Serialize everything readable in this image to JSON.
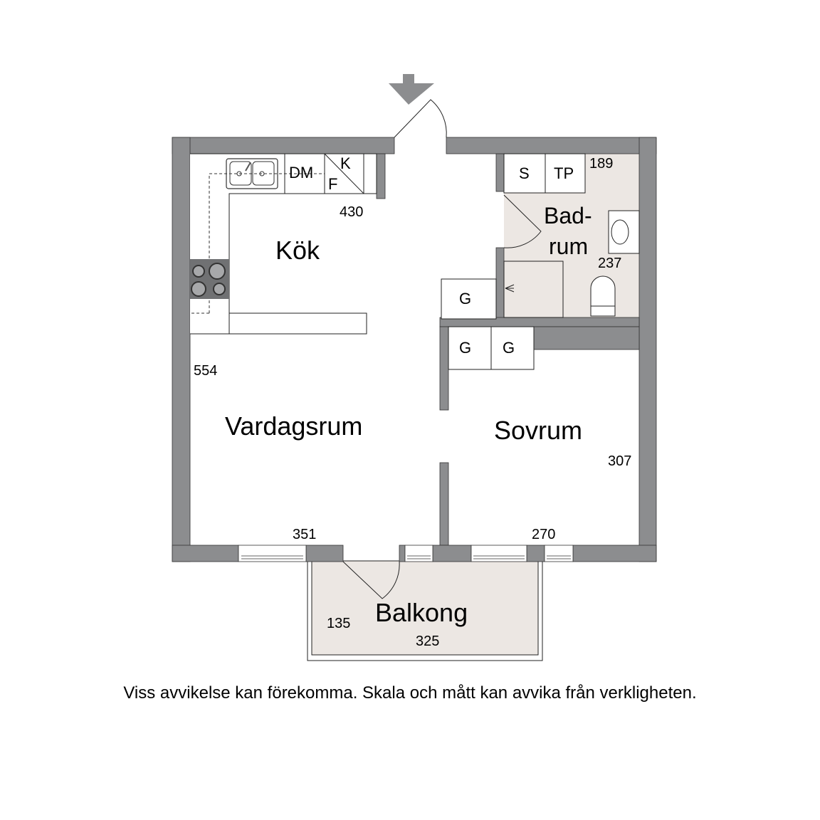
{
  "plan": {
    "colors": {
      "wall": "#8c8d8f",
      "wet_floor": "#ece7e3",
      "line": "#222222",
      "background": "#ffffff"
    },
    "entrance_arrow": "arrow-down-icon",
    "rooms": {
      "kok": {
        "name": "Kök",
        "dimension": "430"
      },
      "vardagsrum": {
        "name": "Vardagsrum",
        "dimension_side": "554",
        "dimension_bottom": "351"
      },
      "badrum": {
        "name_line1": "Bad-",
        "name_line2": "rum",
        "dimension_width": "189",
        "dimension_depth": "237"
      },
      "sovrum": {
        "name": "Sovrum",
        "dimension_side": "307",
        "dimension_bottom": "270"
      },
      "balkong": {
        "name": "Balkong",
        "dimension_side": "135",
        "dimension_bottom": "325"
      }
    },
    "fixtures": {
      "dishwasher": "DM",
      "fridge": "K",
      "freezer": "F",
      "washer": "S",
      "dryer": "TP",
      "wardrobes": [
        "G",
        "G",
        "G"
      ]
    }
  },
  "footer": {
    "disclaimer": "Viss avvikelse kan förekomma. Skala och mått kan avvika från verkligheten."
  }
}
